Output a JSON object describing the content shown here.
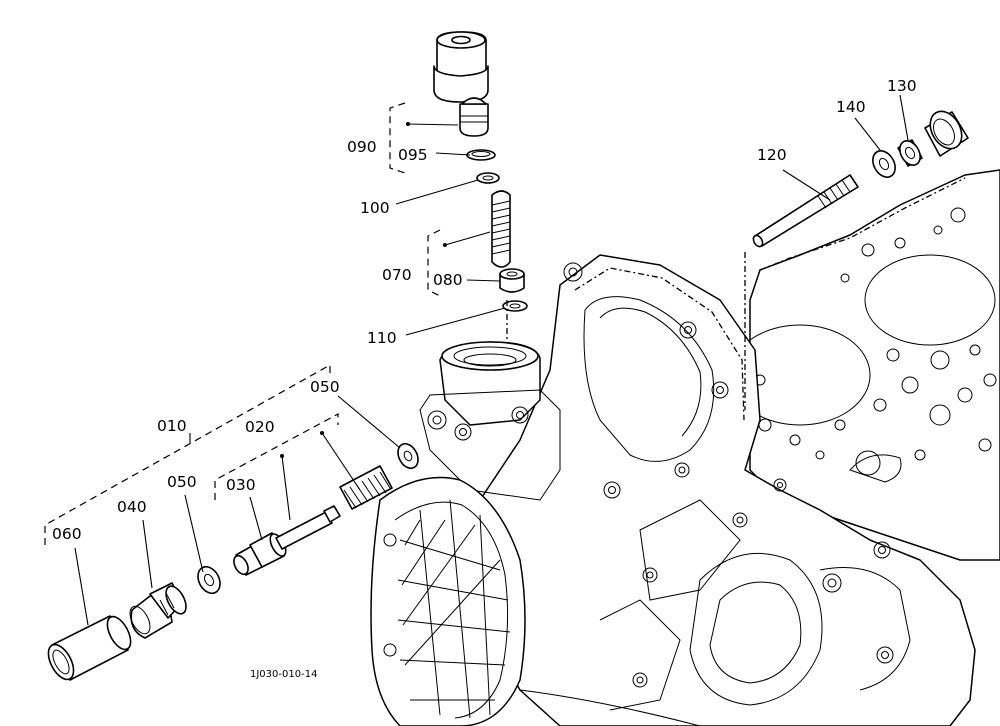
{
  "callouts": [
    {
      "id": "010",
      "text": "010"
    },
    {
      "id": "020",
      "text": "020"
    },
    {
      "id": "030",
      "text": "030"
    },
    {
      "id": "040",
      "text": "040"
    },
    {
      "id": "050a",
      "text": "050"
    },
    {
      "id": "050b",
      "text": "050"
    },
    {
      "id": "060",
      "text": "060"
    },
    {
      "id": "070",
      "text": "070"
    },
    {
      "id": "080",
      "text": "080"
    },
    {
      "id": "090",
      "text": "090"
    },
    {
      "id": "095",
      "text": "095"
    },
    {
      "id": "100",
      "text": "100"
    },
    {
      "id": "110",
      "text": "110"
    },
    {
      "id": "120",
      "text": "120"
    },
    {
      "id": "130",
      "text": "130"
    },
    {
      "id": "140",
      "text": "140"
    }
  ],
  "figure_code": "1J030-010-14"
}
